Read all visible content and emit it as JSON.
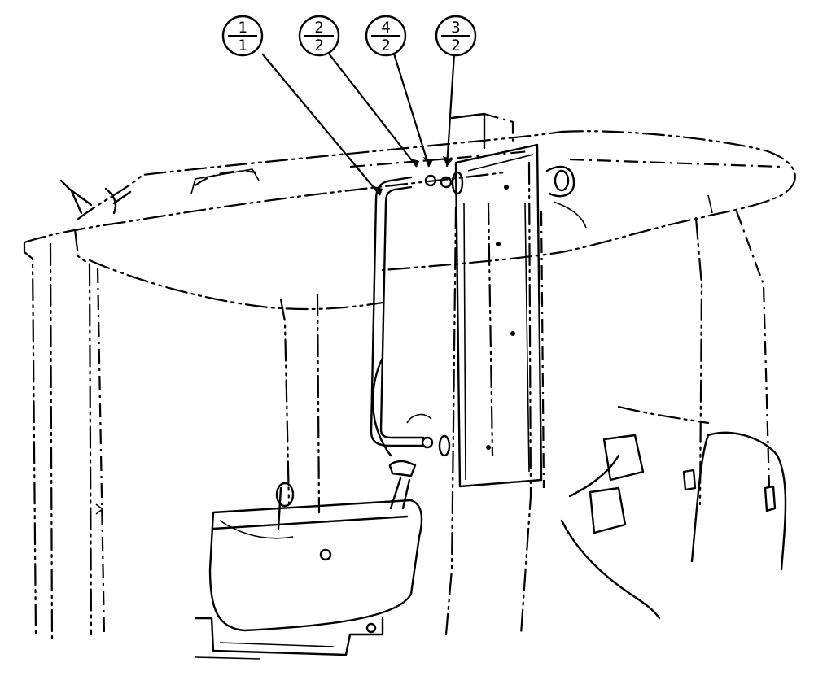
{
  "callouts": [
    {
      "top": "1",
      "bottom": "1"
    },
    {
      "top": "2",
      "bottom": "2"
    },
    {
      "top": "4",
      "bottom": "2"
    },
    {
      "top": "3",
      "bottom": "2"
    }
  ]
}
